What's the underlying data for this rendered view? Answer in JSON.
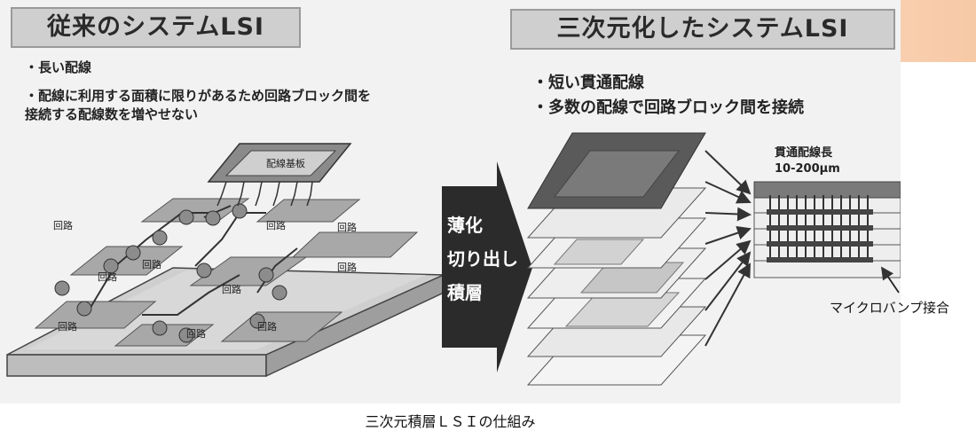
{
  "left": {
    "title": "従来のシステムLSI",
    "bullets": [
      "・長い配線",
      "・配線に利用する面積に限りがあるため回路ブロック間を",
      "接続する配線数を増やせない"
    ],
    "chip_label": "配線基板",
    "block_label": "回路"
  },
  "center": {
    "arrow_lines": [
      "薄化",
      "切り出し",
      "積層"
    ]
  },
  "right": {
    "title": "三次元化したシステムLSI",
    "bullets": [
      "・短い貫通配線",
      "・多数の配線で回路ブロック間を接続"
    ],
    "via_length_label": "貫通配線長",
    "via_length_value": "10-200μm",
    "bump_label": "マイクロバンプ接合"
  },
  "caption": "三次元積層ＬＳＩの仕組み",
  "colors": {
    "accent": "#f8d6b8",
    "figure_bg": "#f2f2f2",
    "arrow": "#2b2b2b",
    "layer_dark": "#555555",
    "layer_light": "#dcdcdc"
  }
}
